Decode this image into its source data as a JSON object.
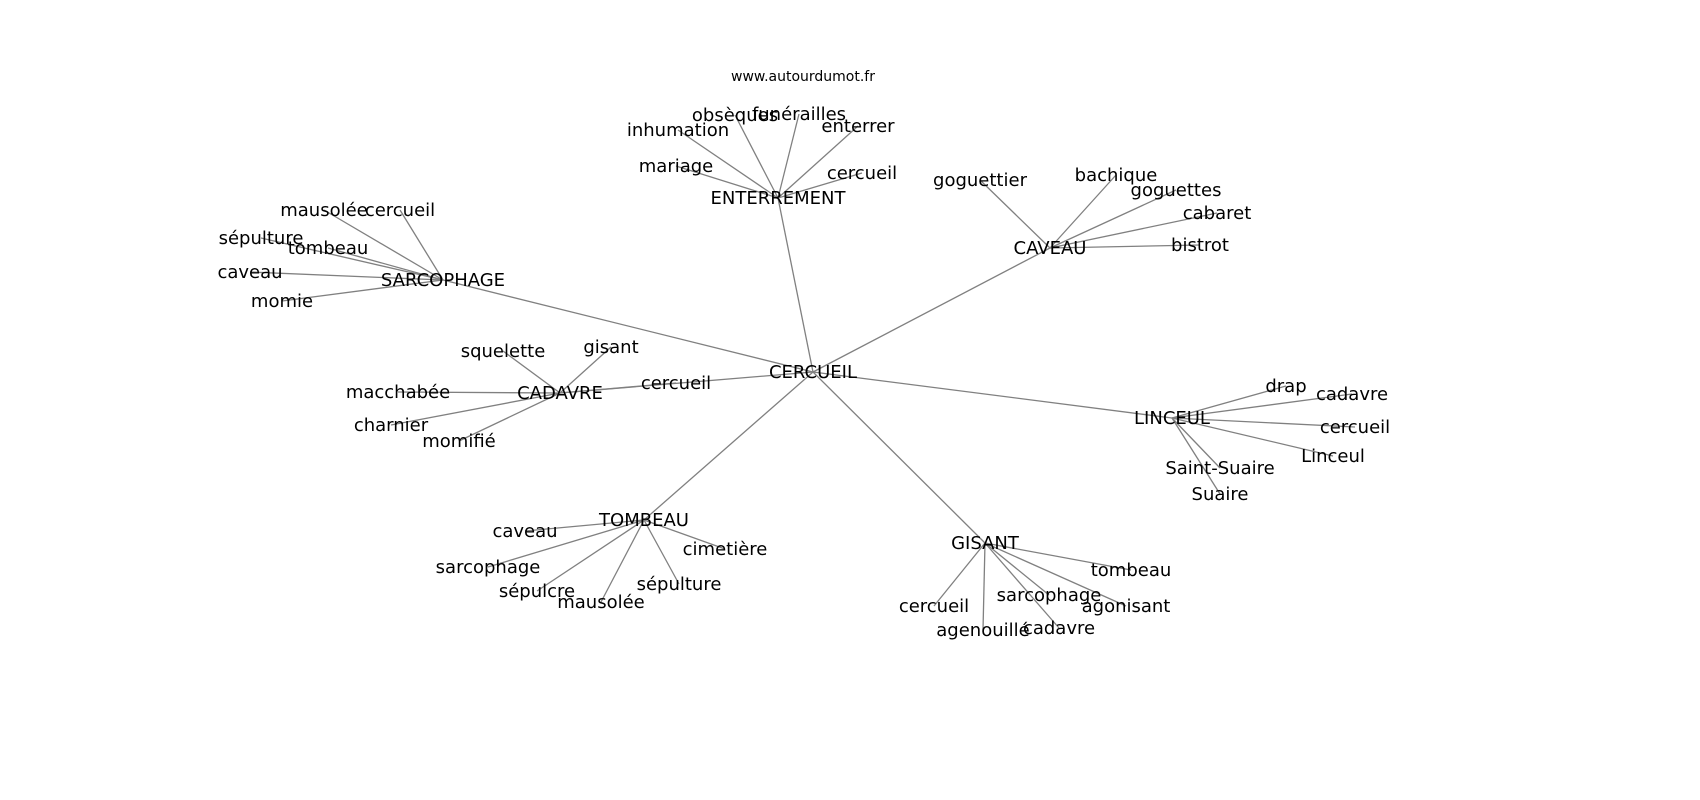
{
  "title": "www.autourdumot.fr",
  "center": "CERCUEIL",
  "edge_color": "#808080",
  "groups": [
    {
      "name": "ENTERREMENT",
      "leaves": [
        "obsèques",
        "funérailles",
        "inhumation",
        "enterrer",
        "mariage",
        "cercueil"
      ]
    },
    {
      "name": "CAVEAU",
      "leaves": [
        "goguettier",
        "bachique",
        "goguettes",
        "cabaret",
        "bistrot"
      ]
    },
    {
      "name": "SARCOPHAGE",
      "leaves": [
        "mausolée",
        "cercueil",
        "sépulture",
        "tombeau",
        "caveau",
        "momie"
      ]
    },
    {
      "name": "CADAVRE",
      "leaves": [
        "squelette",
        "gisant",
        "macchabée",
        "charnier",
        "momifié",
        "cercueil"
      ]
    },
    {
      "name": "LINCEUL",
      "leaves": [
        "drap",
        "cadavre",
        "cercueil",
        "Linceul",
        "Saint-Suaire",
        "Suaire"
      ]
    },
    {
      "name": "TOMBEAU",
      "leaves": [
        "caveau",
        "cimetière",
        "sarcophage",
        "sépulture",
        "sépulcre",
        "mausolée"
      ]
    },
    {
      "name": "GISANT",
      "leaves": [
        "tombeau",
        "sarcophage",
        "agonisant",
        "cercueil",
        "agenouillé",
        "cadavre"
      ]
    }
  ]
}
